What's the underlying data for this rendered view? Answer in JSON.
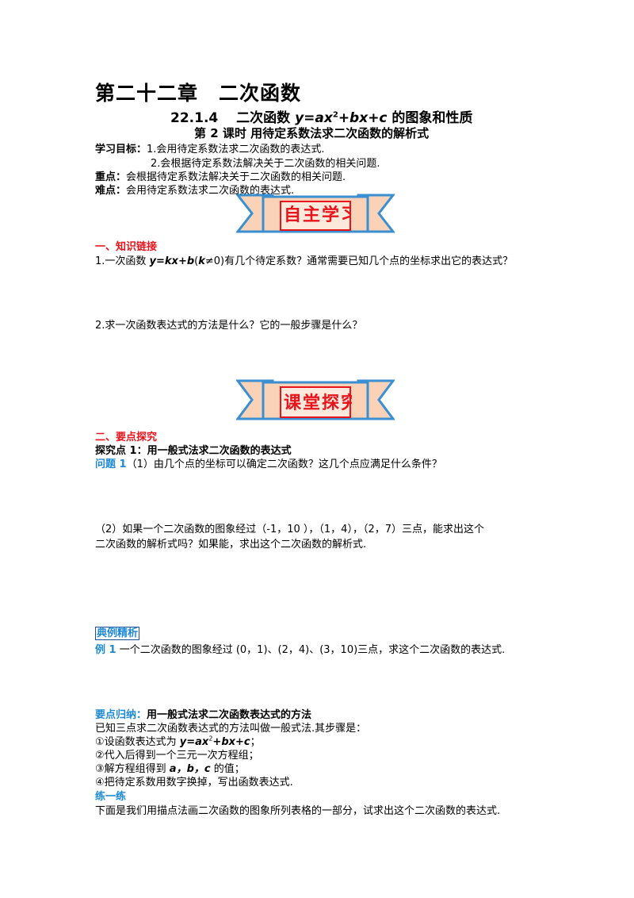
{
  "header": {
    "chapter": "第二十二章　二次函数",
    "section_prefix": "22.1.4　 二次函数 ",
    "section_formula_a": "y=ax",
    "section_formula_sup": "2",
    "section_formula_b": "+bx+c",
    "section_suffix": " 的图象和性质",
    "lesson": "第 2 课时  用待定系数法求二次函数的解析式"
  },
  "objectives": {
    "label": "学习目标：",
    "item1": "1.会用待定系数法求二次函数的表达式.",
    "item2": "2.会根据待定系数法解决关于二次函数的相关问题.",
    "key_label": "重点：",
    "key_text": "会根据待定系数法解决关于二次函数的相关问题.",
    "diff_label": "难点：",
    "diff_text": "会用待定系数法求二次函数的表达式."
  },
  "banner1": {
    "text": "自主学习"
  },
  "part1": {
    "heading": "一、知识链接",
    "q1_prefix": "1.一次函数 ",
    "q1_formula": "y=kx+b",
    "q1_paren_open": "(",
    "q1_k": "k",
    "q1_neq": "≠0)",
    "q1_suffix": "有几个待定系数？通常需要已知几个点的坐标求出它的表达式？",
    "q2": "2.求一次函数表达式的方法是什么？它的一般步骤是什么？"
  },
  "banner2": {
    "text": "课堂探究"
  },
  "part2": {
    "heading": "二、要点探究",
    "explore1": "探究点 1：用一般式法求二次函数的表达式",
    "problem_label": "问题 1",
    "problem1_text": "（1）由几个点的坐标可以确定二次函数？这几个点应满足什么条件？",
    "problem2_line1": "（2）如果一个二次函数的图象经过（-1，10 ），（1，4），（2，7）三点，能求出这个",
    "problem2_line2": "二次函数的解析式吗？如果能，求出这个二次函数的解析式."
  },
  "example": {
    "box_label": "典例精析",
    "label": "例 1",
    "text": "  一个二次函数的图象经过 (0，1)、(2，4)、(3，10)三点，求这个二次函数的表达式."
  },
  "summary": {
    "label": "要点归纳：",
    "title": "用一般式法求二次函数表达式的方法",
    "intro": "已知三点求二次函数表达式的方法叫做一般式法.其步骤是：",
    "step1_prefix": "①设函数表达式为 ",
    "step1_formula_a": "y=ax",
    "step1_sup": "2",
    "step1_formula_b": "+bx+c",
    "step1_suffix": "；",
    "step2": "②代入后得到一个三元一次方程组；",
    "step3_prefix": "③解方程组得到 ",
    "step3_vars": "a，b，c",
    "step3_suffix": " 的值；",
    "step4": "④把待定系数用数字换掉，写出函数表达式."
  },
  "practice": {
    "label": "练一练",
    "text": "下面是我们用描点法画二次函数的图象所列表格的一部分，试求出这个二次函数的表达式."
  },
  "colors": {
    "red": "#e8141c",
    "blue": "#1e8ad6",
    "ribbon_fill": "#f9d2b8",
    "ribbon_edge": "#3a8fd0"
  }
}
